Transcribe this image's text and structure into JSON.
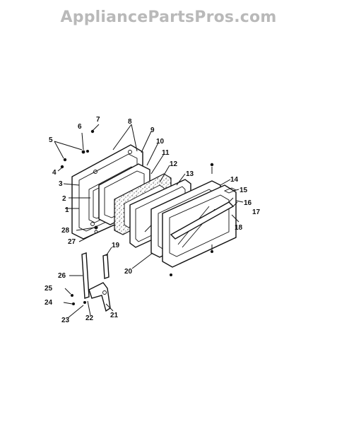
{
  "watermark": "AppliancePartsPros.com",
  "callouts": {
    "c1": "1",
    "c2": "2",
    "c3": "3",
    "c4": "4",
    "c5": "5",
    "c6": "6",
    "c7": "7",
    "c8": "8",
    "c9": "9",
    "c10": "10",
    "c11": "11",
    "c12": "12",
    "c13": "13",
    "c14": "14",
    "c15": "15",
    "c16": "16",
    "c17": "17",
    "c18": "18",
    "c19": "19",
    "c20": "20",
    "c21": "21",
    "c22": "22",
    "c23": "23",
    "c24": "24",
    "c25": "25",
    "c26": "26",
    "c27": "27",
    "c28": "28"
  }
}
